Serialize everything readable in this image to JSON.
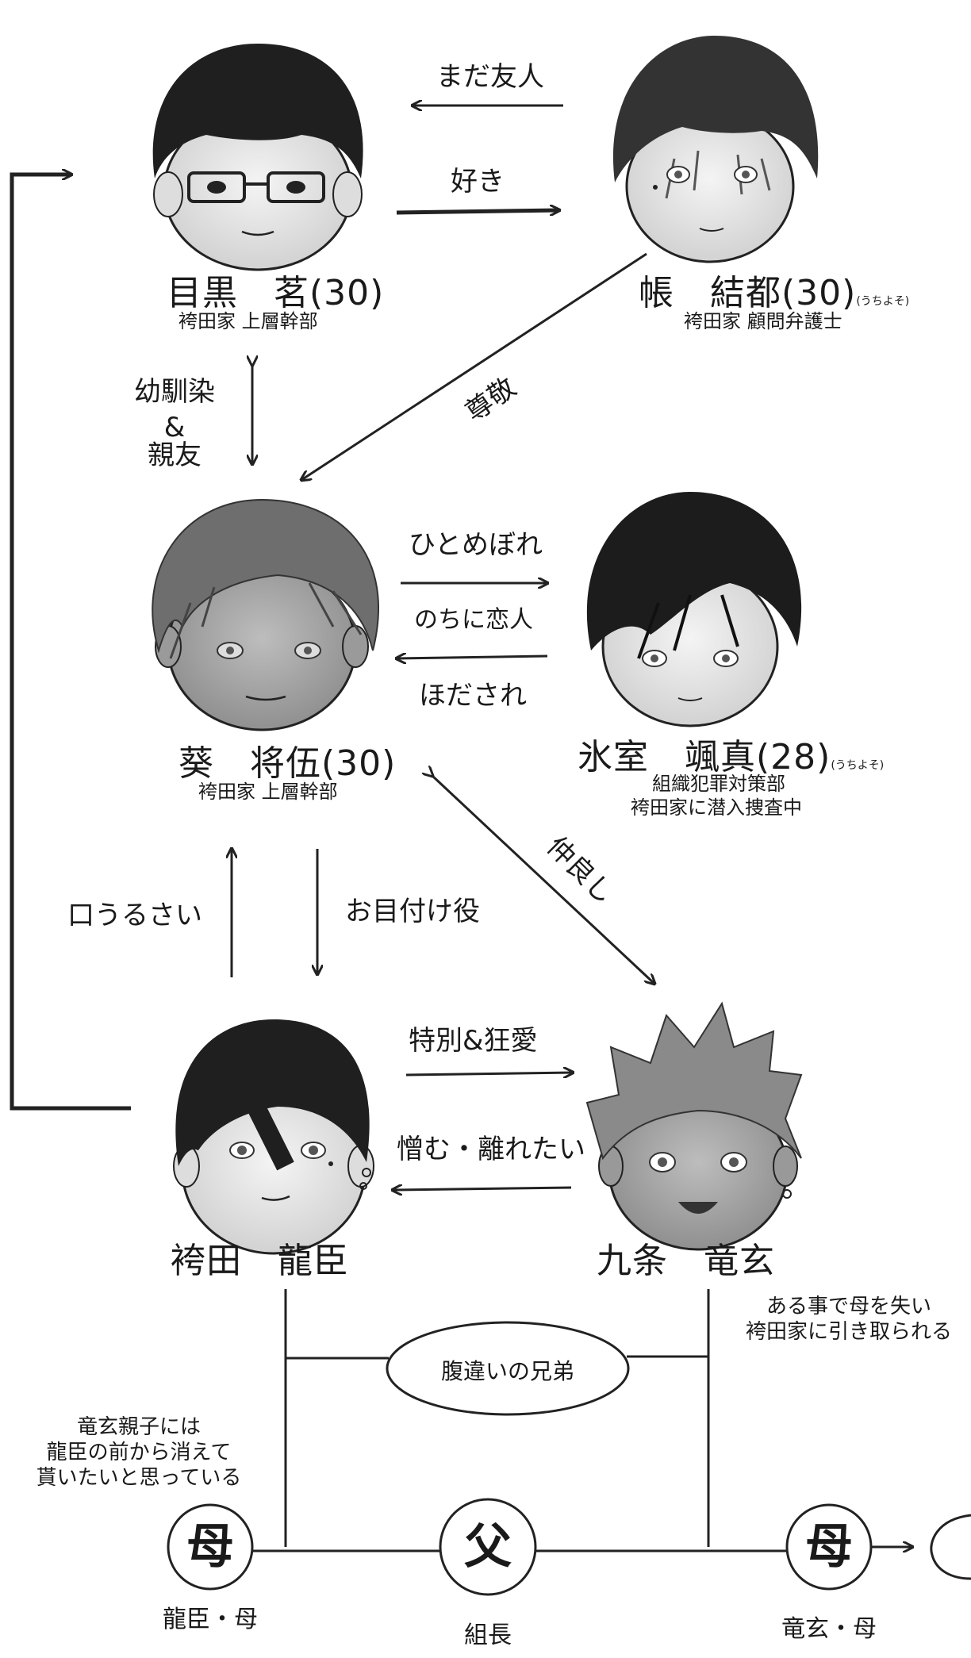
{
  "characters": {
    "meguro": {
      "name": "目黒　茗(30)",
      "role": "袴田家 上層幹部"
    },
    "cho": {
      "name": "帳　結都(30)",
      "note": "(うちよそ)",
      "role": "袴田家 顧問弁護士"
    },
    "aoi": {
      "name": "葵　将伍(30)",
      "role": "袴田家 上層幹部"
    },
    "himuro": {
      "name": "氷室　颯真(28)",
      "note": "(うちよそ)",
      "role1": "組織犯罪対策部",
      "role2": "袴田家に潜入捜査中"
    },
    "hakamada": {
      "name": "袴田　龍臣"
    },
    "kujo": {
      "name": "九条　竜玄"
    }
  },
  "relations": {
    "mada_yujin": "まだ友人",
    "suki": "好き",
    "sonkei": "尊敬",
    "osananajimi": "幼馴染",
    "amp": "&",
    "shinyu": "親友",
    "hitomebore": "ひとめぼれ",
    "nochini": "のちに恋人",
    "hodasare": "ほだされ",
    "nakayoshi": "仲良し",
    "kuchiurusai": "口うるさい",
    "ometsuke": "お目付け役",
    "tokubetsu": "特別&狂愛",
    "nikumu": "憎む・離れたい"
  },
  "family": {
    "half_brothers": "腹違いの兄弟",
    "note_left_1": "竜玄親子には",
    "note_left_2": "龍臣の前から消えて",
    "note_left_3": "貰いたいと思っている",
    "note_right_1": "ある事で母を失い",
    "note_right_2": "袴田家に引き取られる",
    "mother_glyph": "母",
    "father_glyph": "父",
    "mother_left_label": "龍臣・母",
    "father_label": "組長",
    "mother_right_label": "竜玄・母"
  }
}
